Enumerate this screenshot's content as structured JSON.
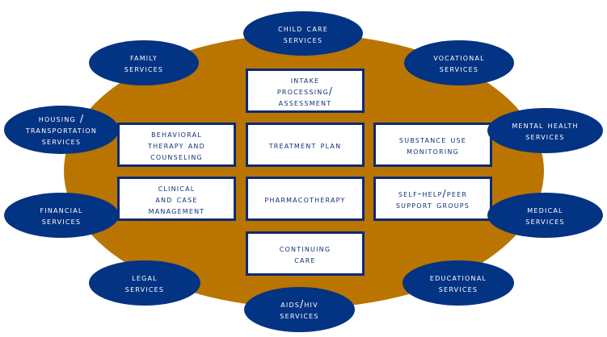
{
  "colors": {
    "center_fill": "#b97500",
    "oval_fill": "#033383",
    "box_border": "#0c2a72",
    "box_text": "#12307a",
    "oval_text": "#ffffff"
  },
  "core_boxes": [
    {
      "id": "intake",
      "label": "Intake\nProcessing/\nAssessment"
    },
    {
      "id": "behavioral",
      "label": "Behavioral\nTherapy and\nCounseling"
    },
    {
      "id": "treatment-plan",
      "label": "Treatment Plan"
    },
    {
      "id": "substance-use",
      "label": "Substance Use\nMonitoring"
    },
    {
      "id": "clinical",
      "label": "Clinical\nand Case\nManagement"
    },
    {
      "id": "pharmacotherapy",
      "label": "Pharmacotherapy"
    },
    {
      "id": "self-help",
      "label": "Self-Help/Peer\nSupport Groups"
    },
    {
      "id": "continuing-care",
      "label": "Continuing\nCare"
    }
  ],
  "services": [
    {
      "id": "child-care",
      "label": "Child Care\nServices"
    },
    {
      "id": "family",
      "label": "Family\nServices"
    },
    {
      "id": "vocational",
      "label": "Vocational\nServices"
    },
    {
      "id": "housing",
      "label": "Housing /\nTransportation\nServices"
    },
    {
      "id": "mental-health",
      "label": "Mental Health\nServices"
    },
    {
      "id": "financial",
      "label": "Financial\nServices"
    },
    {
      "id": "medical",
      "label": "Medical\nServices"
    },
    {
      "id": "legal",
      "label": "Legal\nServices"
    },
    {
      "id": "educational",
      "label": "Educational\nServices"
    },
    {
      "id": "aids-hiv",
      "label": "AIDS/HIV\nServices"
    }
  ]
}
